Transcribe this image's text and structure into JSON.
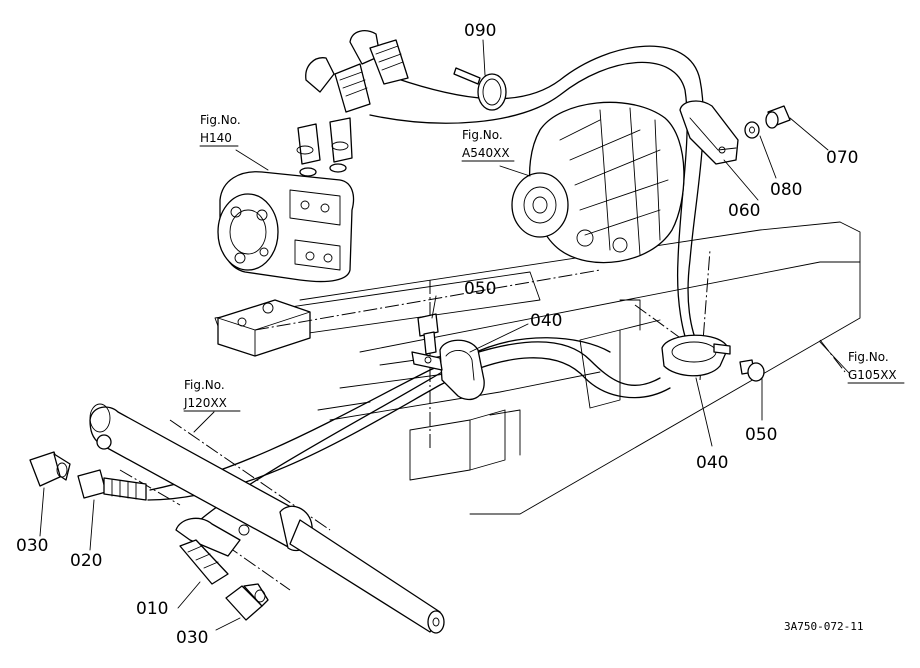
{
  "figure_refs": [
    {
      "id": "h140",
      "caption": "Fig.No.",
      "code": "H140"
    },
    {
      "id": "a540",
      "caption": "Fig.No.",
      "code": "A540XX"
    },
    {
      "id": "j120",
      "caption": "Fig.No.",
      "code": "J120XX"
    },
    {
      "id": "g105",
      "caption": "Fig.No.",
      "code": "G105XX"
    }
  ],
  "part_numbers": {
    "p090": "090",
    "p070": "070",
    "p080": "080",
    "p060": "060",
    "p050_top": "050",
    "p040_top": "040",
    "p050_right": "050",
    "p040_bottom": "040",
    "p030_left": "030",
    "p020": "020",
    "p010": "010",
    "p030_bottom": "030"
  },
  "drawing_code": "3A750-072-11"
}
